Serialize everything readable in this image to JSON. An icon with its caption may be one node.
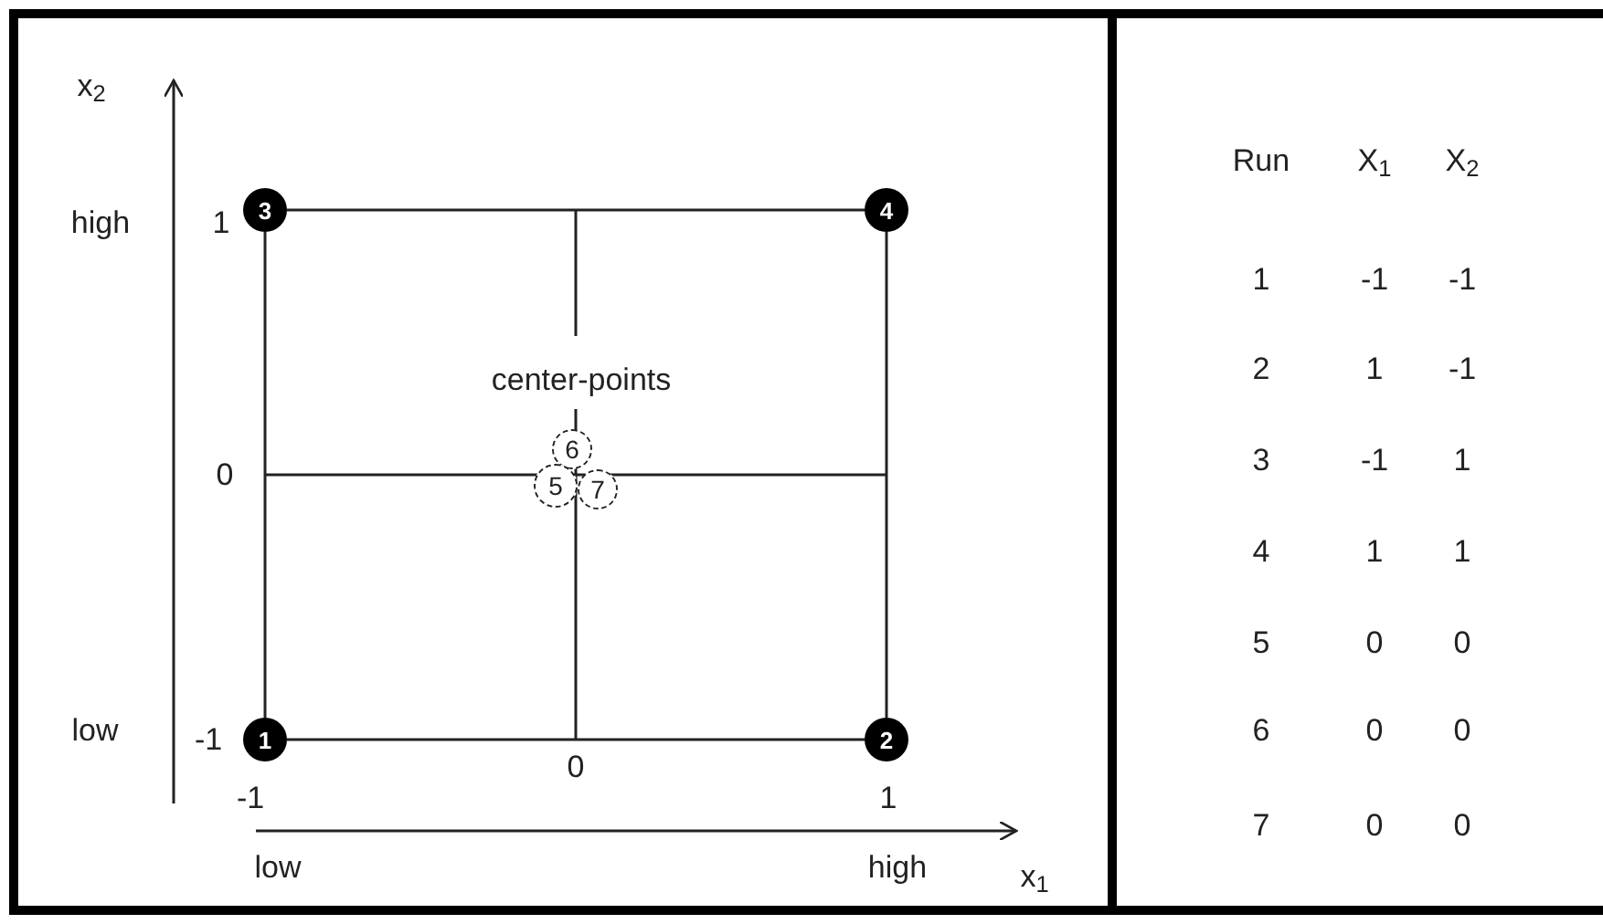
{
  "diagram": {
    "nodes": [
      {
        "text": [
          "3"
        ]
      },
      {
        "text": [
          "4"
        ]
      },
      {
        "text": [
          "6"
        ]
      },
      {
        "text": [
          "5"
        ]
      },
      {
        "text": [
          "7"
        ]
      },
      {
        "text": [
          "1"
        ]
      },
      {
        "text": [
          "2"
        ]
      }
    ],
    "edges": [
      {
        "from": 0,
        "to": 1,
        "arrow": "none"
      },
      {
        "from": 0,
        "to": 5,
        "arrow": "none"
      },
      {
        "from": 1,
        "to": 6,
        "arrow": "none"
      },
      {
        "from": 5,
        "to": 6,
        "arrow": "none"
      }
    ],
    "labels": [
      "x$_{2}$",
      "high",
      "1",
      "0",
      "low",
      "-1",
      "-1",
      "0",
      "1",
      "low",
      "high",
      "x$_{1}$",
      "center-points",
      "Run",
      "X$_{1}$",
      "X$_{2}$",
      "1",
      "-1",
      "-1",
      "2",
      "1",
      "-1",
      "3",
      "-1",
      "1",
      "4",
      "1",
      "1",
      "5",
      "0",
      "0",
      "6",
      "0",
      "0",
      "7",
      "0",
      "0"
    ]
  }
}
